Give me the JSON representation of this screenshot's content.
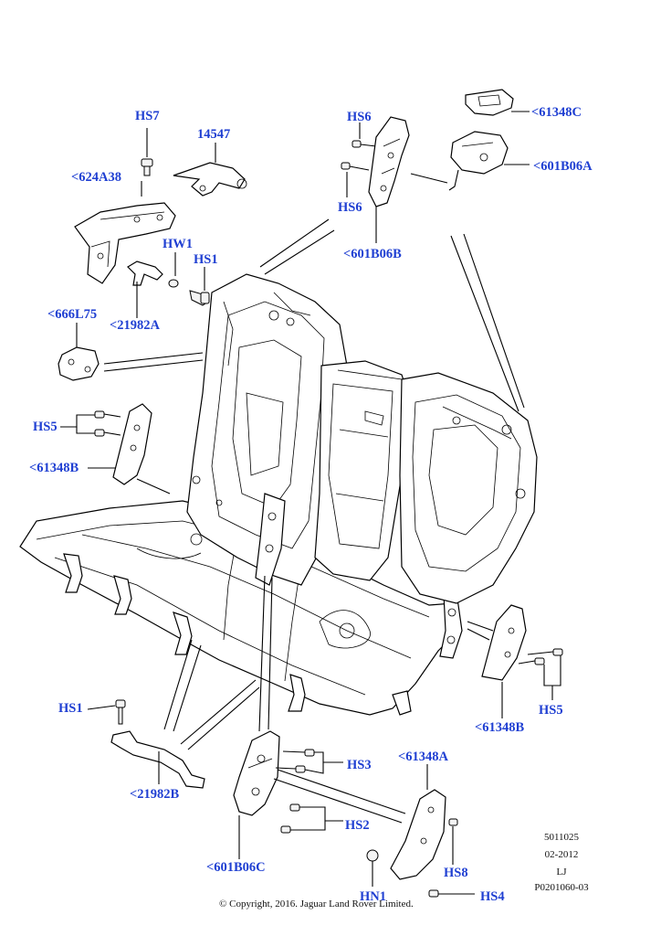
{
  "colors": {
    "label": "#1f3fd2",
    "line": "#000000",
    "background": "#ffffff"
  },
  "labels": {
    "hs7": "HS7",
    "p14547": "14547",
    "p624a38": "<624A38",
    "hw1": "HW1",
    "hs1_top": "HS1",
    "p21982a": "<21982A",
    "p666l75": "<666L75",
    "hs5_left": "HS5",
    "p61348b_left": "<61348B",
    "hs6_top": "HS6",
    "hs6_bottom": "HS6",
    "p601b06b": "<601B06B",
    "p61348c": "<61348C",
    "p601b06a": "<601B06A",
    "hs5_right": "HS5",
    "p61348b_right": "<61348B",
    "hs1_bottom": "HS1",
    "p21982b": "<21982B",
    "hs3": "HS3",
    "hs2": "HS2",
    "p601b06c": "<601B06C",
    "p61348a": "<61348A",
    "hs8": "HS8",
    "hn1": "HN1",
    "hs4": "HS4"
  },
  "meta": {
    "ref": "5011025",
    "date": "02-2012",
    "initials": "LJ",
    "code": "P0201060-03",
    "copyright": "© Copyright, 2016. Jaguar Land Rover Limited."
  }
}
